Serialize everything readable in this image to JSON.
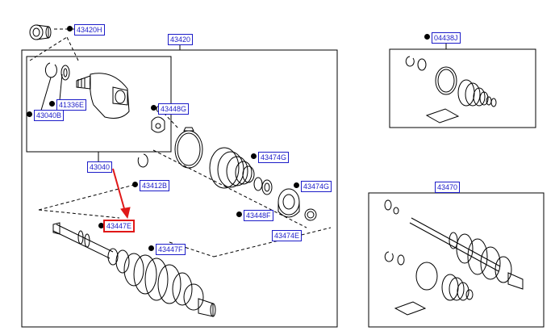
{
  "callouts": {
    "c43420H": "43420H",
    "c43420": "43420",
    "c04438J": "04438J",
    "c41336E": "41336E",
    "c43040B": "43040B",
    "c43448G": "43448G",
    "c43474G_top": "43474G",
    "c43474G_right": "43474G",
    "c43040": "43040",
    "c43412B": "43412B",
    "c43447E": "43447E",
    "c43448F": "43448F",
    "c43474E": "43474E",
    "c43447F": "43447F",
    "c43470": "43470"
  },
  "colors": {
    "callout_text": "#1c1cc8",
    "highlight": "#e01818",
    "line": "#000000"
  },
  "highlighted_part": "43447E"
}
